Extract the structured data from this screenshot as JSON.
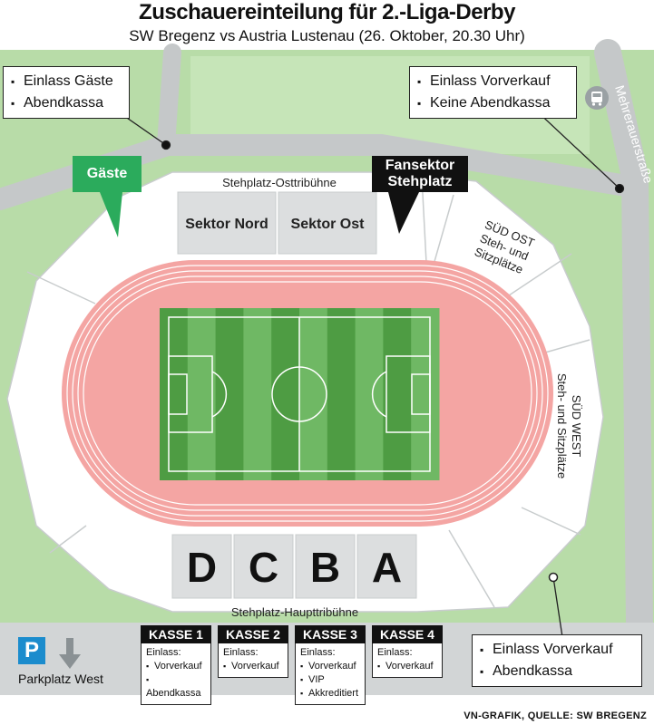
{
  "header": {
    "title": "Zuschauereinteilung für 2.-Liga-Derby",
    "subtitle": "SW Bregenz vs Austria Lustenau (26. Oktober, 20.30 Uhr)"
  },
  "map": {
    "street": "Mehrerauerstraße",
    "stands": {
      "east_stand": "Stehplatz-Osttribühne",
      "main_stand": "Stehplatz-Haupttribühne",
      "sektor_nord": "Sektor Nord",
      "sektor_ost": "Sektor Ost",
      "sued_ost": [
        "SÜD OST",
        "Steh- und",
        "Sitzplätze"
      ],
      "sued_west": [
        "SÜD WEST",
        "Steh- und Sitzplätze"
      ],
      "main_sections": [
        "D",
        "C",
        "B",
        "A"
      ]
    },
    "tags": {
      "gaeste": "Gäste",
      "fansektor": [
        "Fansektor",
        "Stehplatz"
      ]
    },
    "colors": {
      "grass": "#b8dca8",
      "road": "#c5c8c9",
      "track": "#f4a5a3",
      "pitch_dark": "#4e9c43",
      "pitch_light": "#6fb864",
      "stand": "#ffffff",
      "sector_box": "#dcdedf",
      "guest_green": "#2bab5c"
    },
    "icons": {
      "bus": "bus-stop-icon",
      "parking": "parking-icon",
      "arrow": "arrow-down-icon"
    }
  },
  "callouts": {
    "guests_entry": [
      "Einlass Gäste",
      "Abendkassa"
    ],
    "presale_ne": [
      "Einlass Vorverkauf",
      "Keine Abendkassa"
    ],
    "presale_se": [
      "Einlass Vorverkauf",
      "Abendkassa"
    ]
  },
  "kassen": [
    {
      "title": "KASSE 1",
      "label": "Einlass:",
      "items": [
        "Vorverkauf",
        "Abendkassa"
      ]
    },
    {
      "title": "KASSE 2",
      "label": "Einlass:",
      "items": [
        "Vorverkauf"
      ]
    },
    {
      "title": "KASSE 3",
      "label": "Einlass:",
      "items": [
        "Vorverkauf",
        "VIP",
        "Akkreditiert"
      ]
    },
    {
      "title": "KASSE 4",
      "label": "Einlass:",
      "items": [
        "Vorverkauf"
      ]
    }
  ],
  "parking": {
    "sign": "P",
    "label": "Parkplatz West"
  },
  "credit": "VN-GRAFIK, QUELLE: SW BREGENZ"
}
